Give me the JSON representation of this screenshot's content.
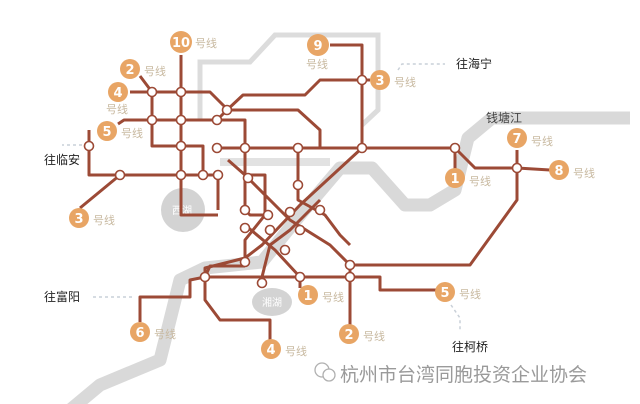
{
  "map": {
    "line_suffix": "号线",
    "badges": {
      "l10": "10",
      "l2_top": "2",
      "l4_top": "4",
      "l5_left": "5",
      "l3_left": "3",
      "l9": "9",
      "l3_top": "3",
      "l7": "7",
      "l8": "8",
      "l1_right": "1",
      "l1_bottom": "1",
      "l5_bottom": "5",
      "l2_bottom": "2",
      "l4_bottom": "4",
      "l6": "6"
    },
    "destinations": {
      "linan": "往临安",
      "haining": "往海宁",
      "fuyang": "往富阳",
      "keqiao": "往柯桥"
    },
    "river_label": "钱塘江",
    "lakes": {
      "west_lake": "西湖",
      "xiang_lake": "湘湖"
    },
    "watermark": "杭州市台湾同胞投资企业协会",
    "colors": {
      "line": "#9c4a36",
      "badge": "#e8a565",
      "river": "#d9d9d9"
    }
  }
}
